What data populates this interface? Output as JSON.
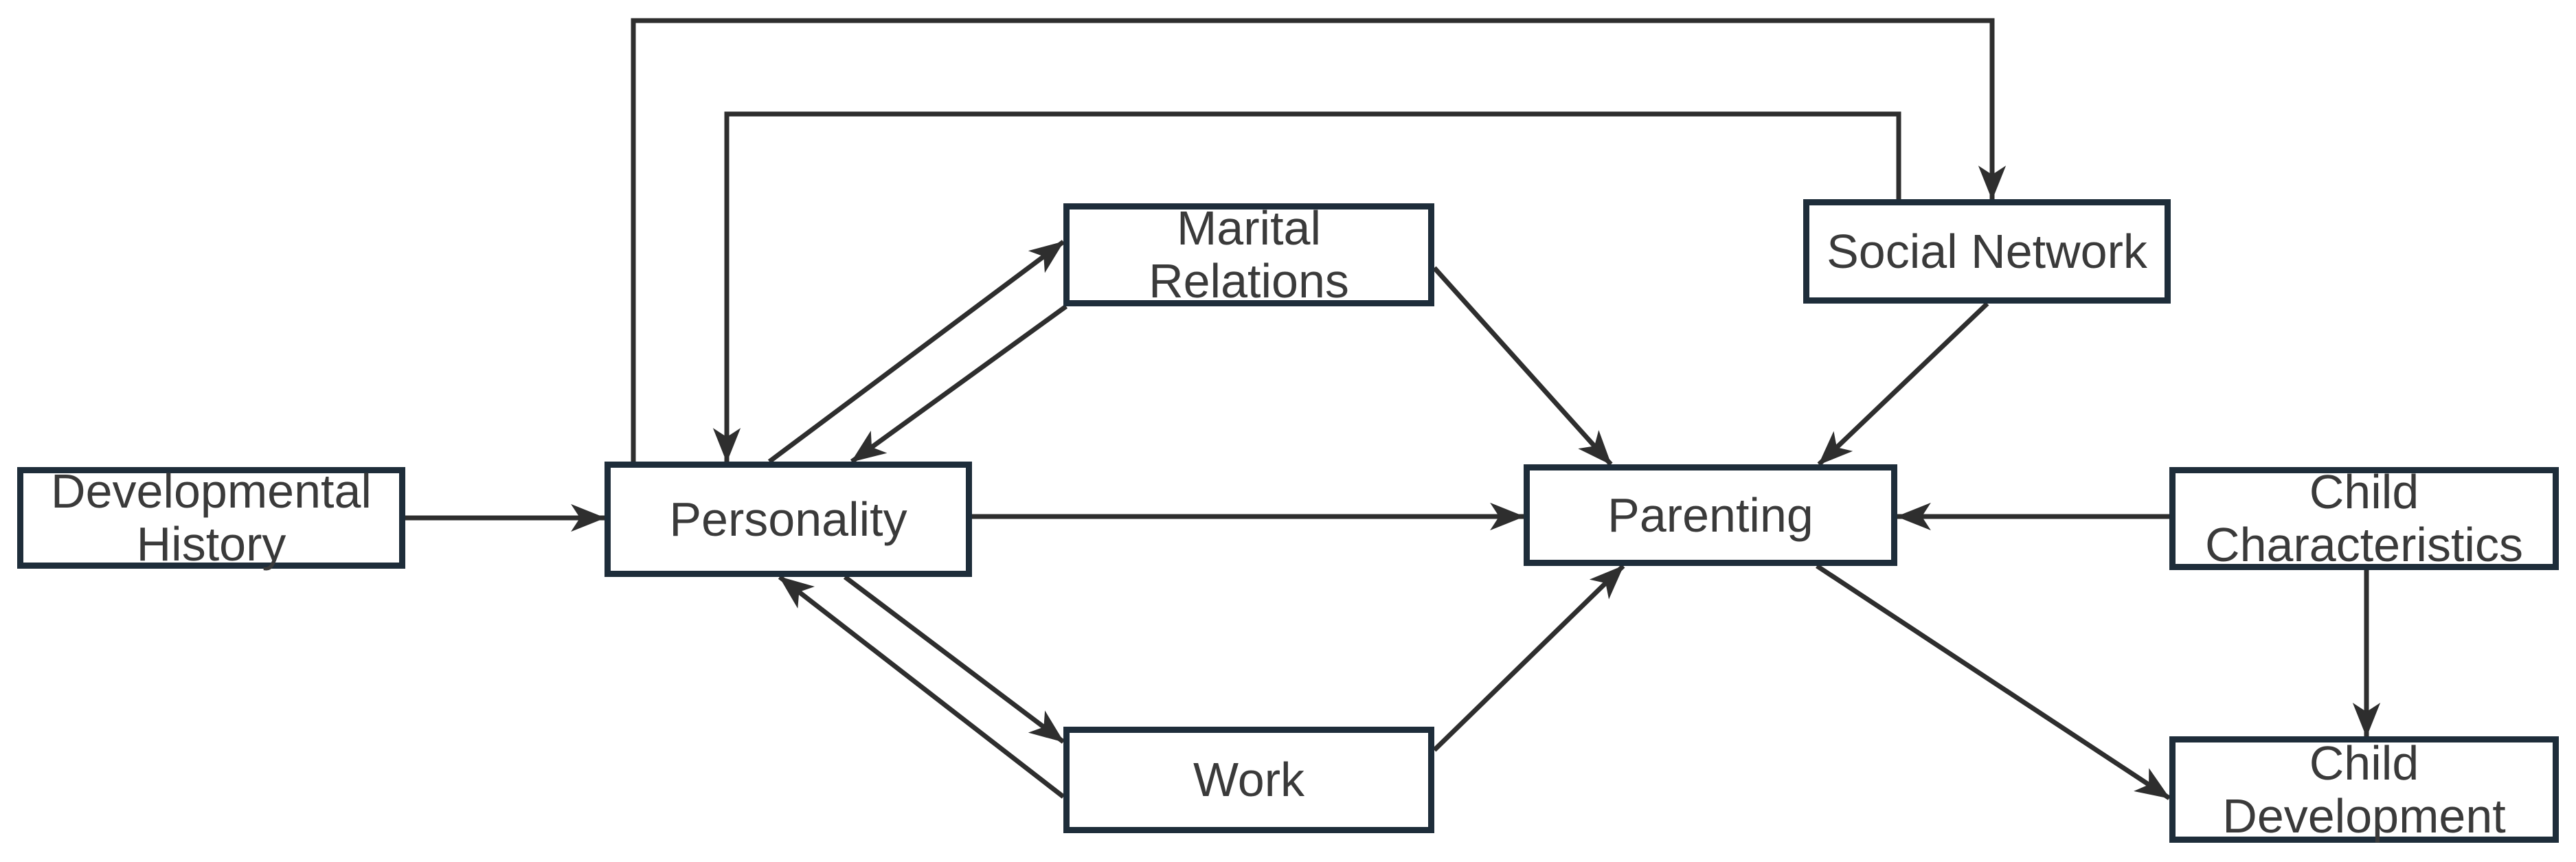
{
  "diagram": {
    "background_color": "#ffffff",
    "box_border_color": "#1e2d3a",
    "box_fill_color": "#ffffff",
    "arrow_color": "#2e2e2e",
    "text_color": "#3a3a3a",
    "labels": {
      "developmental_history": "Developmental History",
      "personality": "Personality",
      "marital_relations": "Marital Relations",
      "work": "Work",
      "social_network": "Social Network",
      "parenting": "Parenting",
      "child_characteristics": "Child Characteristics",
      "child_development": "Child Development"
    },
    "edges": [
      {
        "from": "developmental-history",
        "to": "personality"
      },
      {
        "from": "personality",
        "to": "parenting"
      },
      {
        "from": "personality",
        "to": "marital-relations"
      },
      {
        "from": "marital-relations",
        "to": "personality"
      },
      {
        "from": "personality",
        "to": "work"
      },
      {
        "from": "work",
        "to": "personality"
      },
      {
        "from": "marital-relations",
        "to": "parenting"
      },
      {
        "from": "social-network",
        "to": "parenting"
      },
      {
        "from": "work",
        "to": "parenting"
      },
      {
        "from": "child-characteristics",
        "to": "parenting"
      },
      {
        "from": "parenting",
        "to": "child-development"
      },
      {
        "from": "child-characteristics",
        "to": "child-development"
      },
      {
        "from": "personality",
        "to": "social-network"
      },
      {
        "from": "social-network",
        "to": "personality"
      }
    ]
  }
}
